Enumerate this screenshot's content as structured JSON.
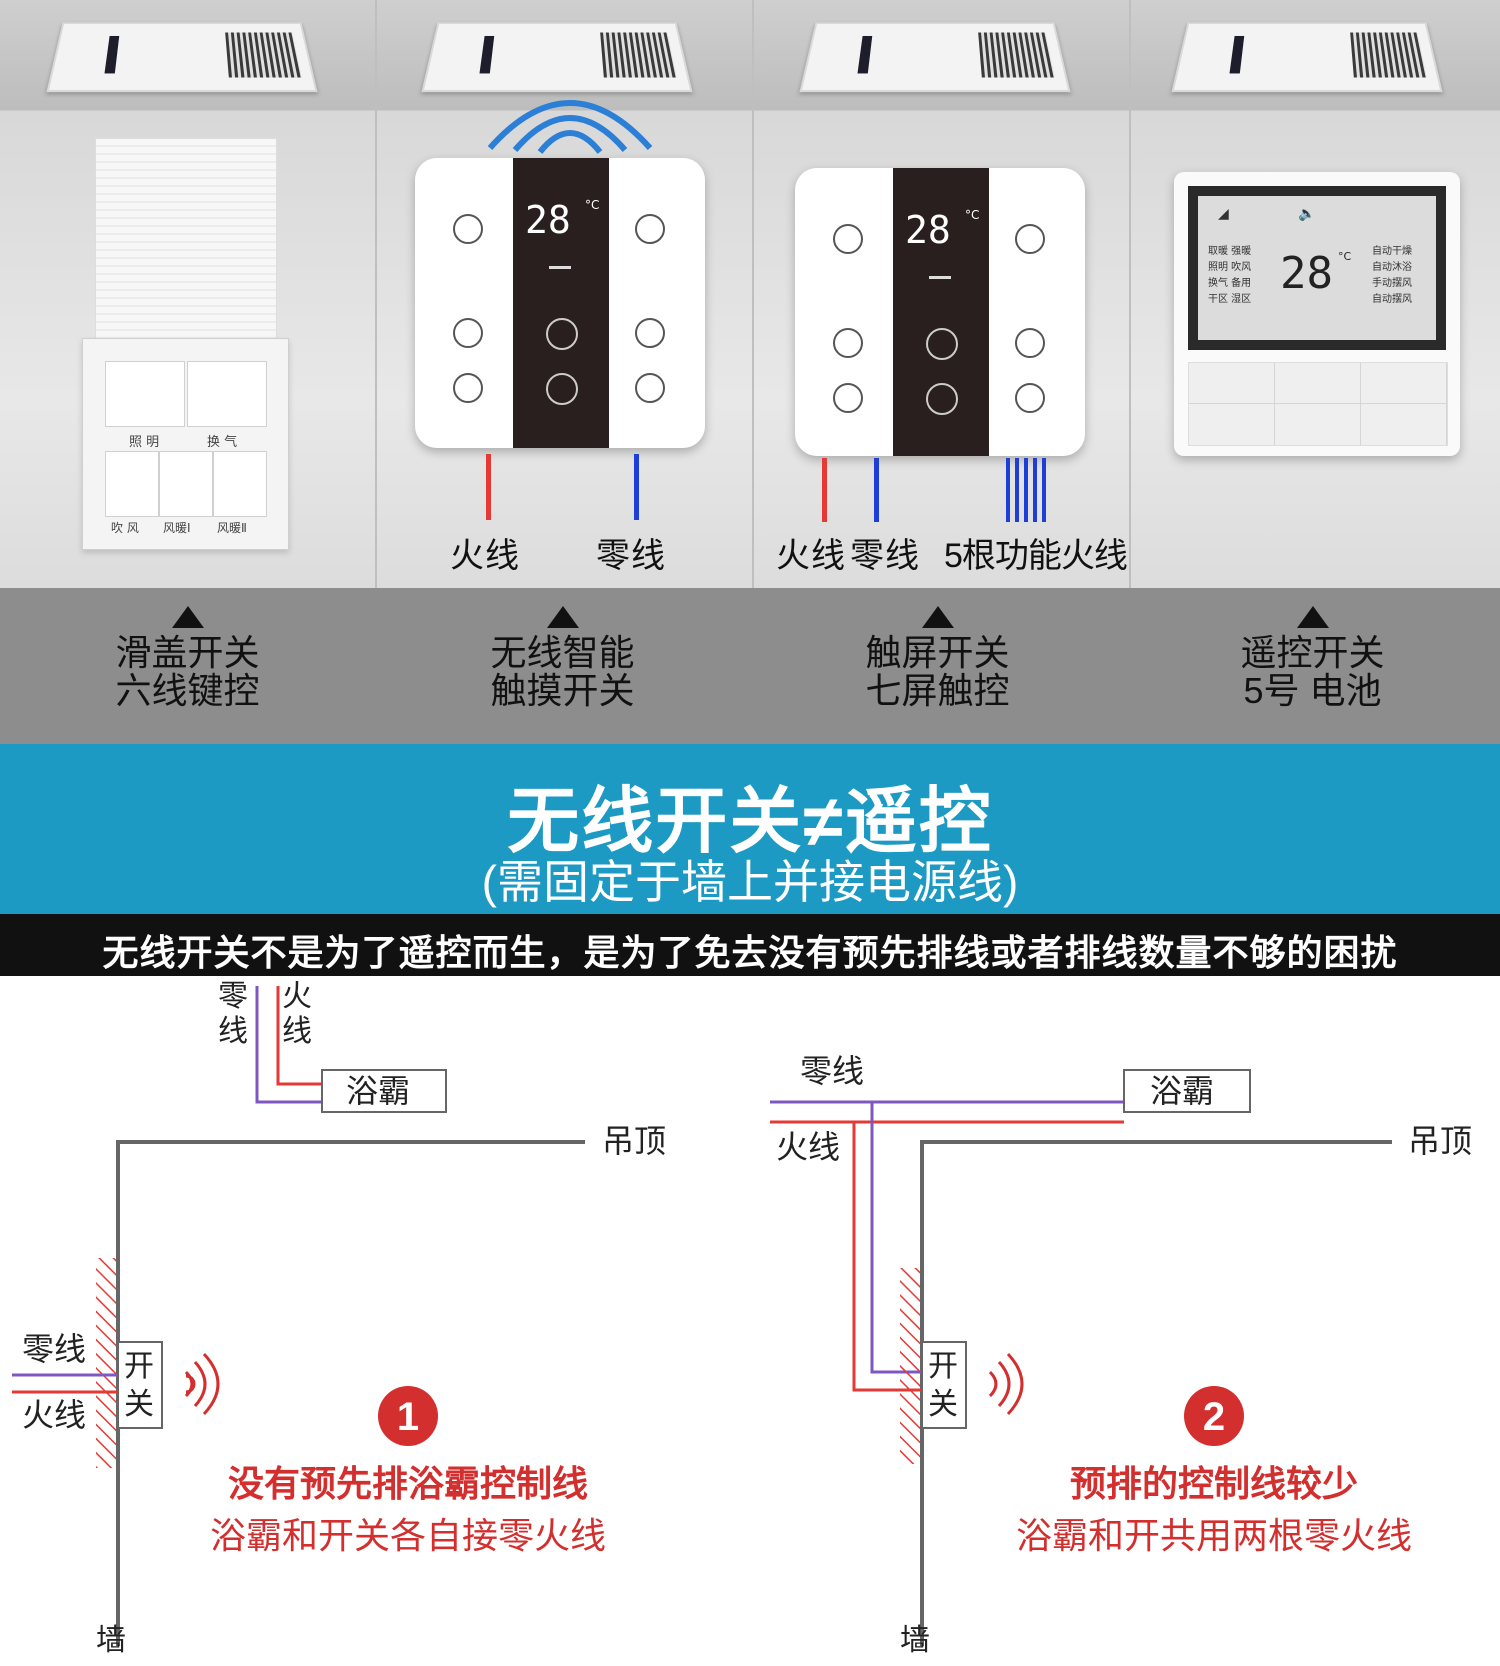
{
  "panels": [
    {
      "caption_line1": "滑盖开关",
      "caption_line2": "六线键控",
      "buttons_top": [
        "照 明",
        "换 气"
      ],
      "buttons_bottom": [
        "吹 风",
        "风暖Ⅰ",
        "风暖Ⅱ"
      ]
    },
    {
      "caption_line1": "无线智能",
      "caption_line2": "触摸开关",
      "wire_labels": [
        "火线",
        "零线"
      ],
      "display": "28",
      "unit": "°C"
    },
    {
      "caption_line1": "触屏开关",
      "caption_line2": "七屏触控",
      "wire_labels": [
        "火线",
        "零线",
        "5根功能火线"
      ],
      "display": "28",
      "unit": "°C"
    },
    {
      "caption_line1": "遥控开关",
      "caption_line2": "5号 电池",
      "display": "28",
      "unit": "°C",
      "lcd_left": [
        "取暖 强暖",
        "照明 吹风",
        "换气 备用",
        "干区 湿区"
      ],
      "lcd_right": [
        "自动干燥",
        "自动沐浴",
        "手动摆风",
        "自动摆风"
      ]
    }
  ],
  "banner": {
    "title": "无线开关≠遥控",
    "subtitle": "(需固定于墙上并接电源线)"
  },
  "strip": {
    "text": "无线开关不是为了遥控而生，是为了免去没有预先排线或者排线数量不够的困扰"
  },
  "diagram1": {
    "zero_top": "零\n线",
    "fire_top": "火\n线",
    "heater": "浴霸",
    "ceiling": "吊顶",
    "zero_side": "零线",
    "fire_side": "火线",
    "switch": "开\n关",
    "wall": "墙",
    "number": "1",
    "line1": "没有预先排浴霸控制线",
    "line2": "浴霸和开关各自接零火线"
  },
  "diagram2": {
    "zero": "零线",
    "fire": "火线",
    "heater": "浴霸",
    "ceiling": "吊顶",
    "switch": "开\n关",
    "wall": "墙",
    "number": "2",
    "line1": "预排的控制线较少",
    "line2": "浴霸和开共用两根零火线"
  },
  "colors": {
    "banner": "#1c9ac3",
    "fire_wire": "#e53935",
    "zero_wire": "#7e57c2",
    "diagram_text_red": "#d32f2f",
    "wall_hatch": "#e53935"
  }
}
